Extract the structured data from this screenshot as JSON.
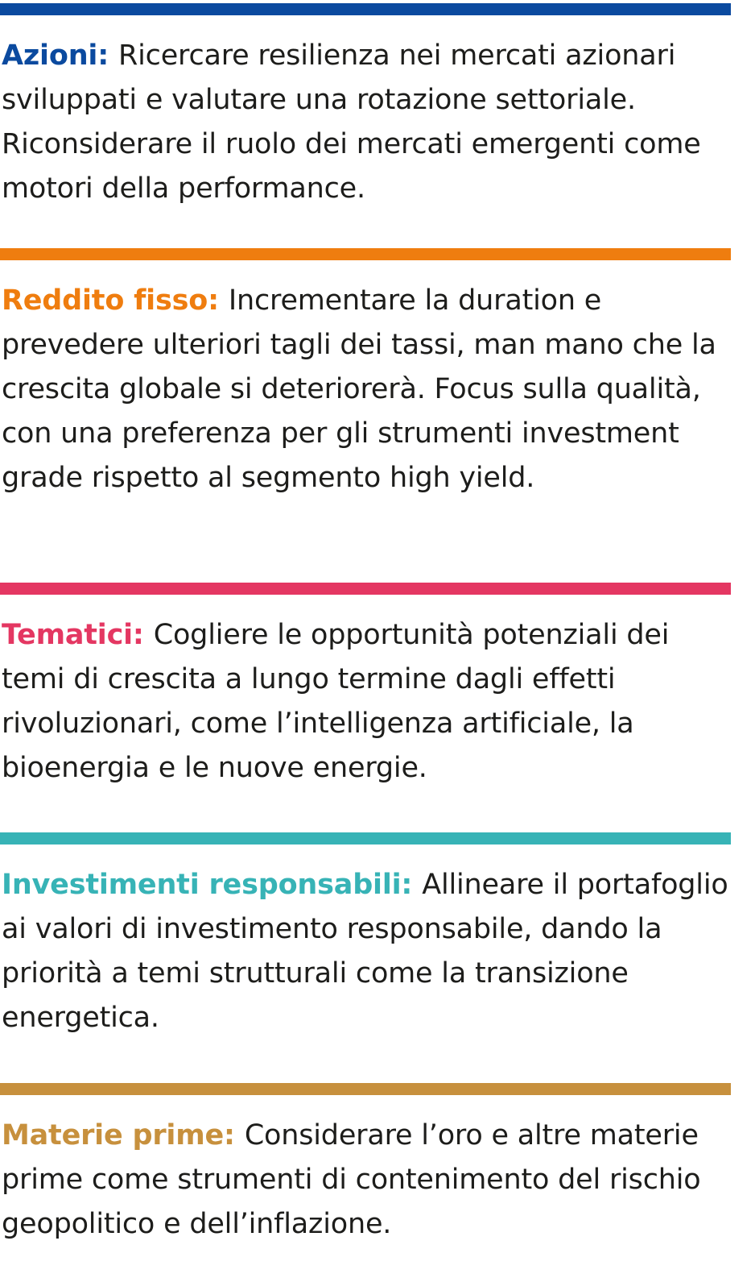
{
  "colors": {
    "azioni": "#0b4a9f",
    "reddito_fisso": "#ef7d0f",
    "tematici": "#e43762",
    "investimenti_responsabili": "#37b3b6",
    "materie_prime": "#c7903d",
    "body_text": "#1d1d1b"
  },
  "sections": [
    {
      "label": "Azioni:",
      "text": "Ricercare resilienza nei mercati azionari sviluppati e valutare una rotazione settoriale. Riconsiderare il ruolo dei mercati emergenti come motori della performance."
    },
    {
      "label": "Reddito fisso:",
      "text": "Incrementare la duration e prevedere ulteriori tagli dei tassi, man mano che la crescita globale si deteriorerà. Focus sulla qualità, con una preferenza per gli strumenti investment grade rispetto al segmento high yield."
    },
    {
      "label": "Tematici:",
      "text": "Cogliere le opportunità potenziali dei temi di crescita a lungo termine dagli effetti rivoluzionari, come l’intelligenza artificiale, la bioenergia e le nuove energie."
    },
    {
      "label": "Investimenti responsabili:",
      "text": "Allineare il portafoglio ai valori di investimento responsabile, dando la priorità a temi strutturali come la transizione energetica."
    },
    {
      "label": "Materie prime:",
      "text": "Considerare l’oro e altre materie prime come strumenti di contenimento del rischio geopolitico e dell’inflazione."
    }
  ]
}
